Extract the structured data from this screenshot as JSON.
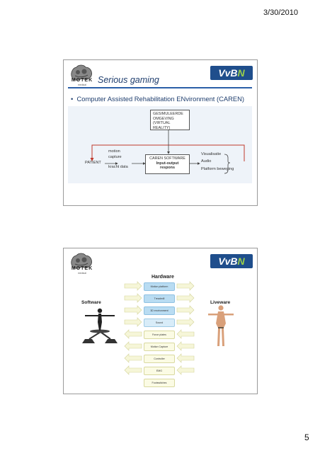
{
  "header": {
    "date": "3/30/2010"
  },
  "footer": {
    "page_number": "5"
  },
  "slide1": {
    "logo_left": {
      "name": "MOTEK",
      "sub": "medical"
    },
    "logo_right": {
      "part1": "VvB",
      "part2": "N"
    },
    "title": "Serious gaming",
    "bullet": "Computer Assisted Rehabilitation ENvironment (CAREN)",
    "diagram": {
      "virtual_reality": [
        "GESIMULEERDE",
        "OMGEVING",
        "(VIRTUAL REALITY)"
      ],
      "patient": "PATIENT",
      "inputs": [
        "motion",
        "capture",
        "kracht data"
      ],
      "software_box": [
        "CAREN SOFTWARE",
        "Input-output",
        "respons"
      ],
      "outputs": [
        "Visualisatie",
        "Audio",
        "Platform beweging"
      ]
    }
  },
  "slide2": {
    "hardware_title": "Hardware",
    "software_title": "Software",
    "liveware_title": "Liveware",
    "hardware_items": [
      "Motion platform",
      "Treadmill",
      "3D environment",
      "Sound",
      "Force plates",
      "Motion Capture",
      "Controller",
      "EMG",
      "Footswitches"
    ],
    "colors": {
      "accent_blue": "#2a5fa8",
      "arrow_red": "#c0392b",
      "arrow_green": "#9bd04a",
      "arrow_yellow": "#e8e8a8"
    }
  }
}
